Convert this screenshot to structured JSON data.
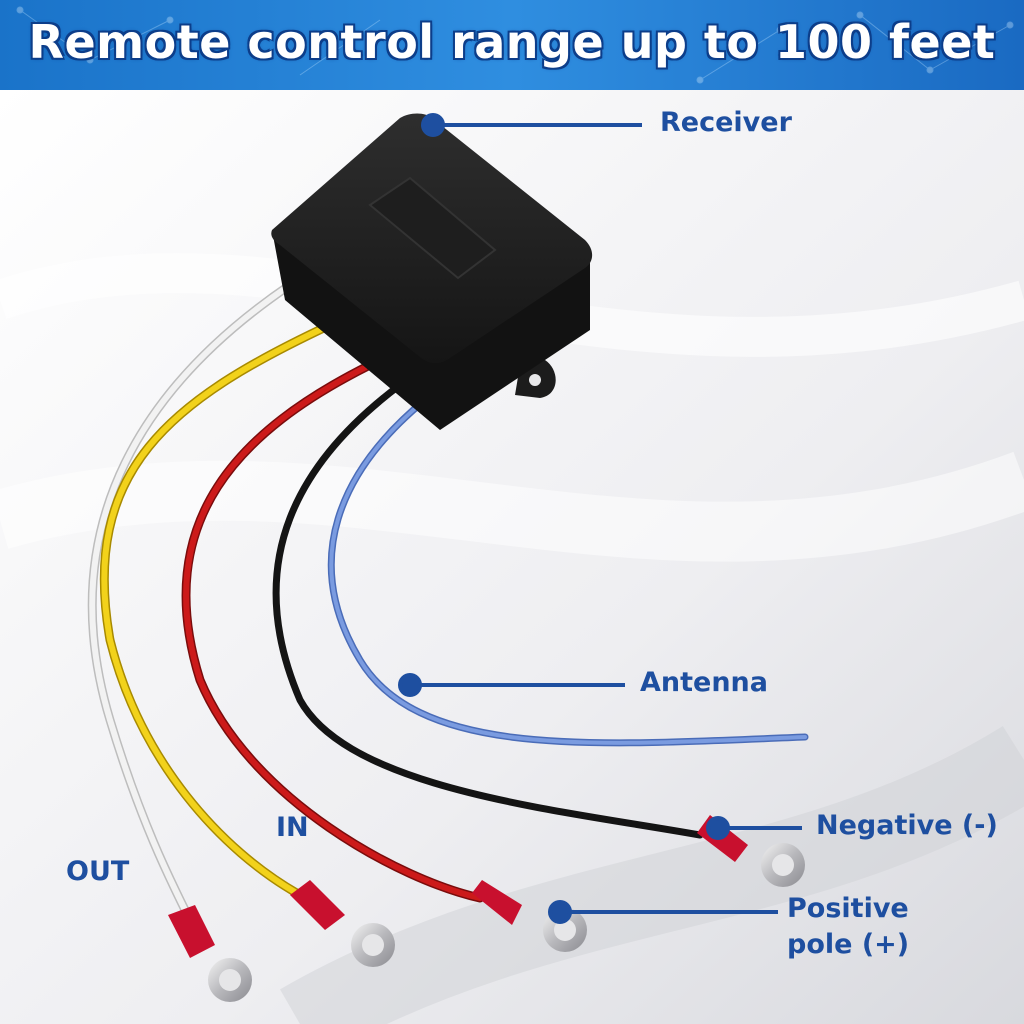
{
  "banner": {
    "title": "Remote control range up to 100 feet"
  },
  "labels": {
    "receiver": "Receiver",
    "antenna": "Antenna",
    "negative": "Negative (-)",
    "positive_line1": "Positive",
    "positive_line2": "pole (+)",
    "in": "IN",
    "out": "OUT"
  },
  "colors": {
    "banner": "#1a73c9",
    "label": "#1e4fa0",
    "wire_white": "#e8e8e8",
    "wire_yellow": "#f2d21b",
    "wire_red": "#cc1a1a",
    "wire_black": "#141414",
    "wire_blue": "#6a8fd8",
    "receiver_box": "#1c1c1c",
    "terminal_sleeve": "#c8102e"
  }
}
